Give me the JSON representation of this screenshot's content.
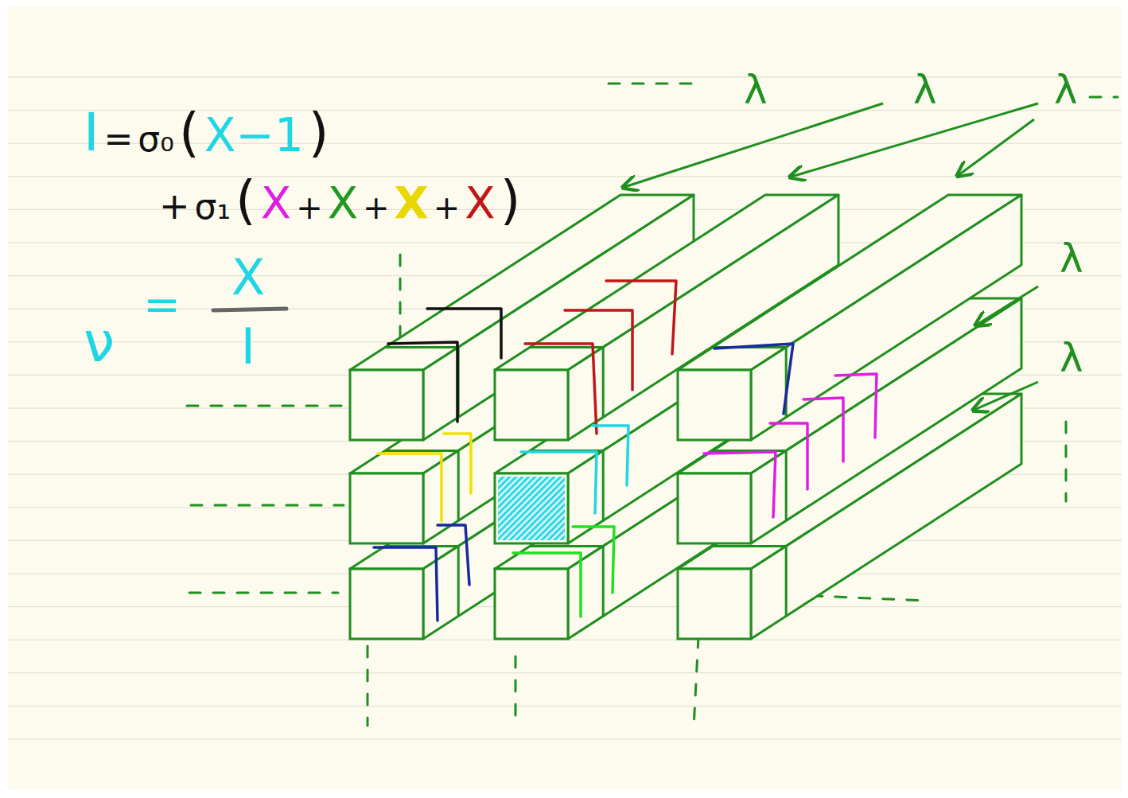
{
  "diagram": {
    "labels": [
      "I",
      "=",
      "σ₀",
      "(",
      "X−1",
      ")",
      "+",
      "σ₁",
      "(",
      "X",
      "+",
      "X",
      "+",
      "X",
      "+",
      "X",
      ")",
      "ν",
      "=",
      "X",
      "I",
      "λ",
      "λ",
      "λ",
      "λ",
      "λ"
    ]
  }
}
